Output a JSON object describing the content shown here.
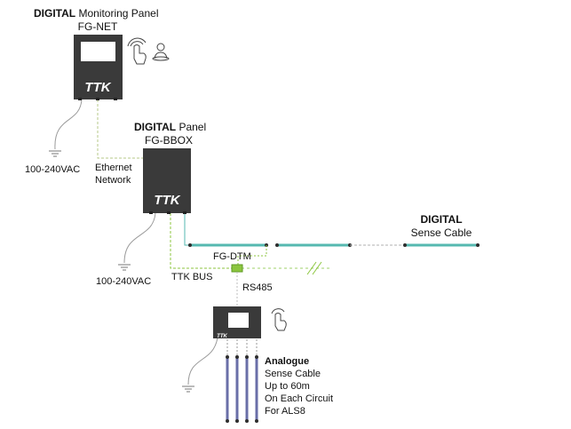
{
  "monitoring_panel": {
    "bold": "DIGITAL",
    "rest": " Monitoring Panel",
    "model": "FG-NET",
    "logo": "TTK",
    "icons": [
      "touch-icon",
      "user-location-icon"
    ]
  },
  "bbox_panel": {
    "bold": "DIGITAL",
    "rest": " Panel",
    "model": "FG-BBOX",
    "logo": "TTK"
  },
  "sense_cable": {
    "bold": "DIGITAL",
    "rest": "Sense Cable"
  },
  "power_top": "100-240VAC",
  "power_bottom": "100-240VAC",
  "ethernet": {
    "line1": "Ethernet",
    "line2": "Network"
  },
  "fg_dtm": "FG-DTM",
  "ttk_bus": "TTK BUS",
  "rs485": "RS485",
  "als_panel": {
    "logo": "TTK",
    "icons": [
      "touch-icon"
    ]
  },
  "analogue": {
    "title": "Analogue",
    "line1": "Sense Cable",
    "line2": "Up to 60m",
    "line3": "On Each Circuit",
    "line4": "For ALS8"
  },
  "colors": {
    "panel": "#3a3a3a",
    "cable_teal": "#56b9b0",
    "bus_green": "#8cc63f",
    "analogue_cable": "#6a6fa8",
    "wire_grey": "#9a9a9a"
  }
}
